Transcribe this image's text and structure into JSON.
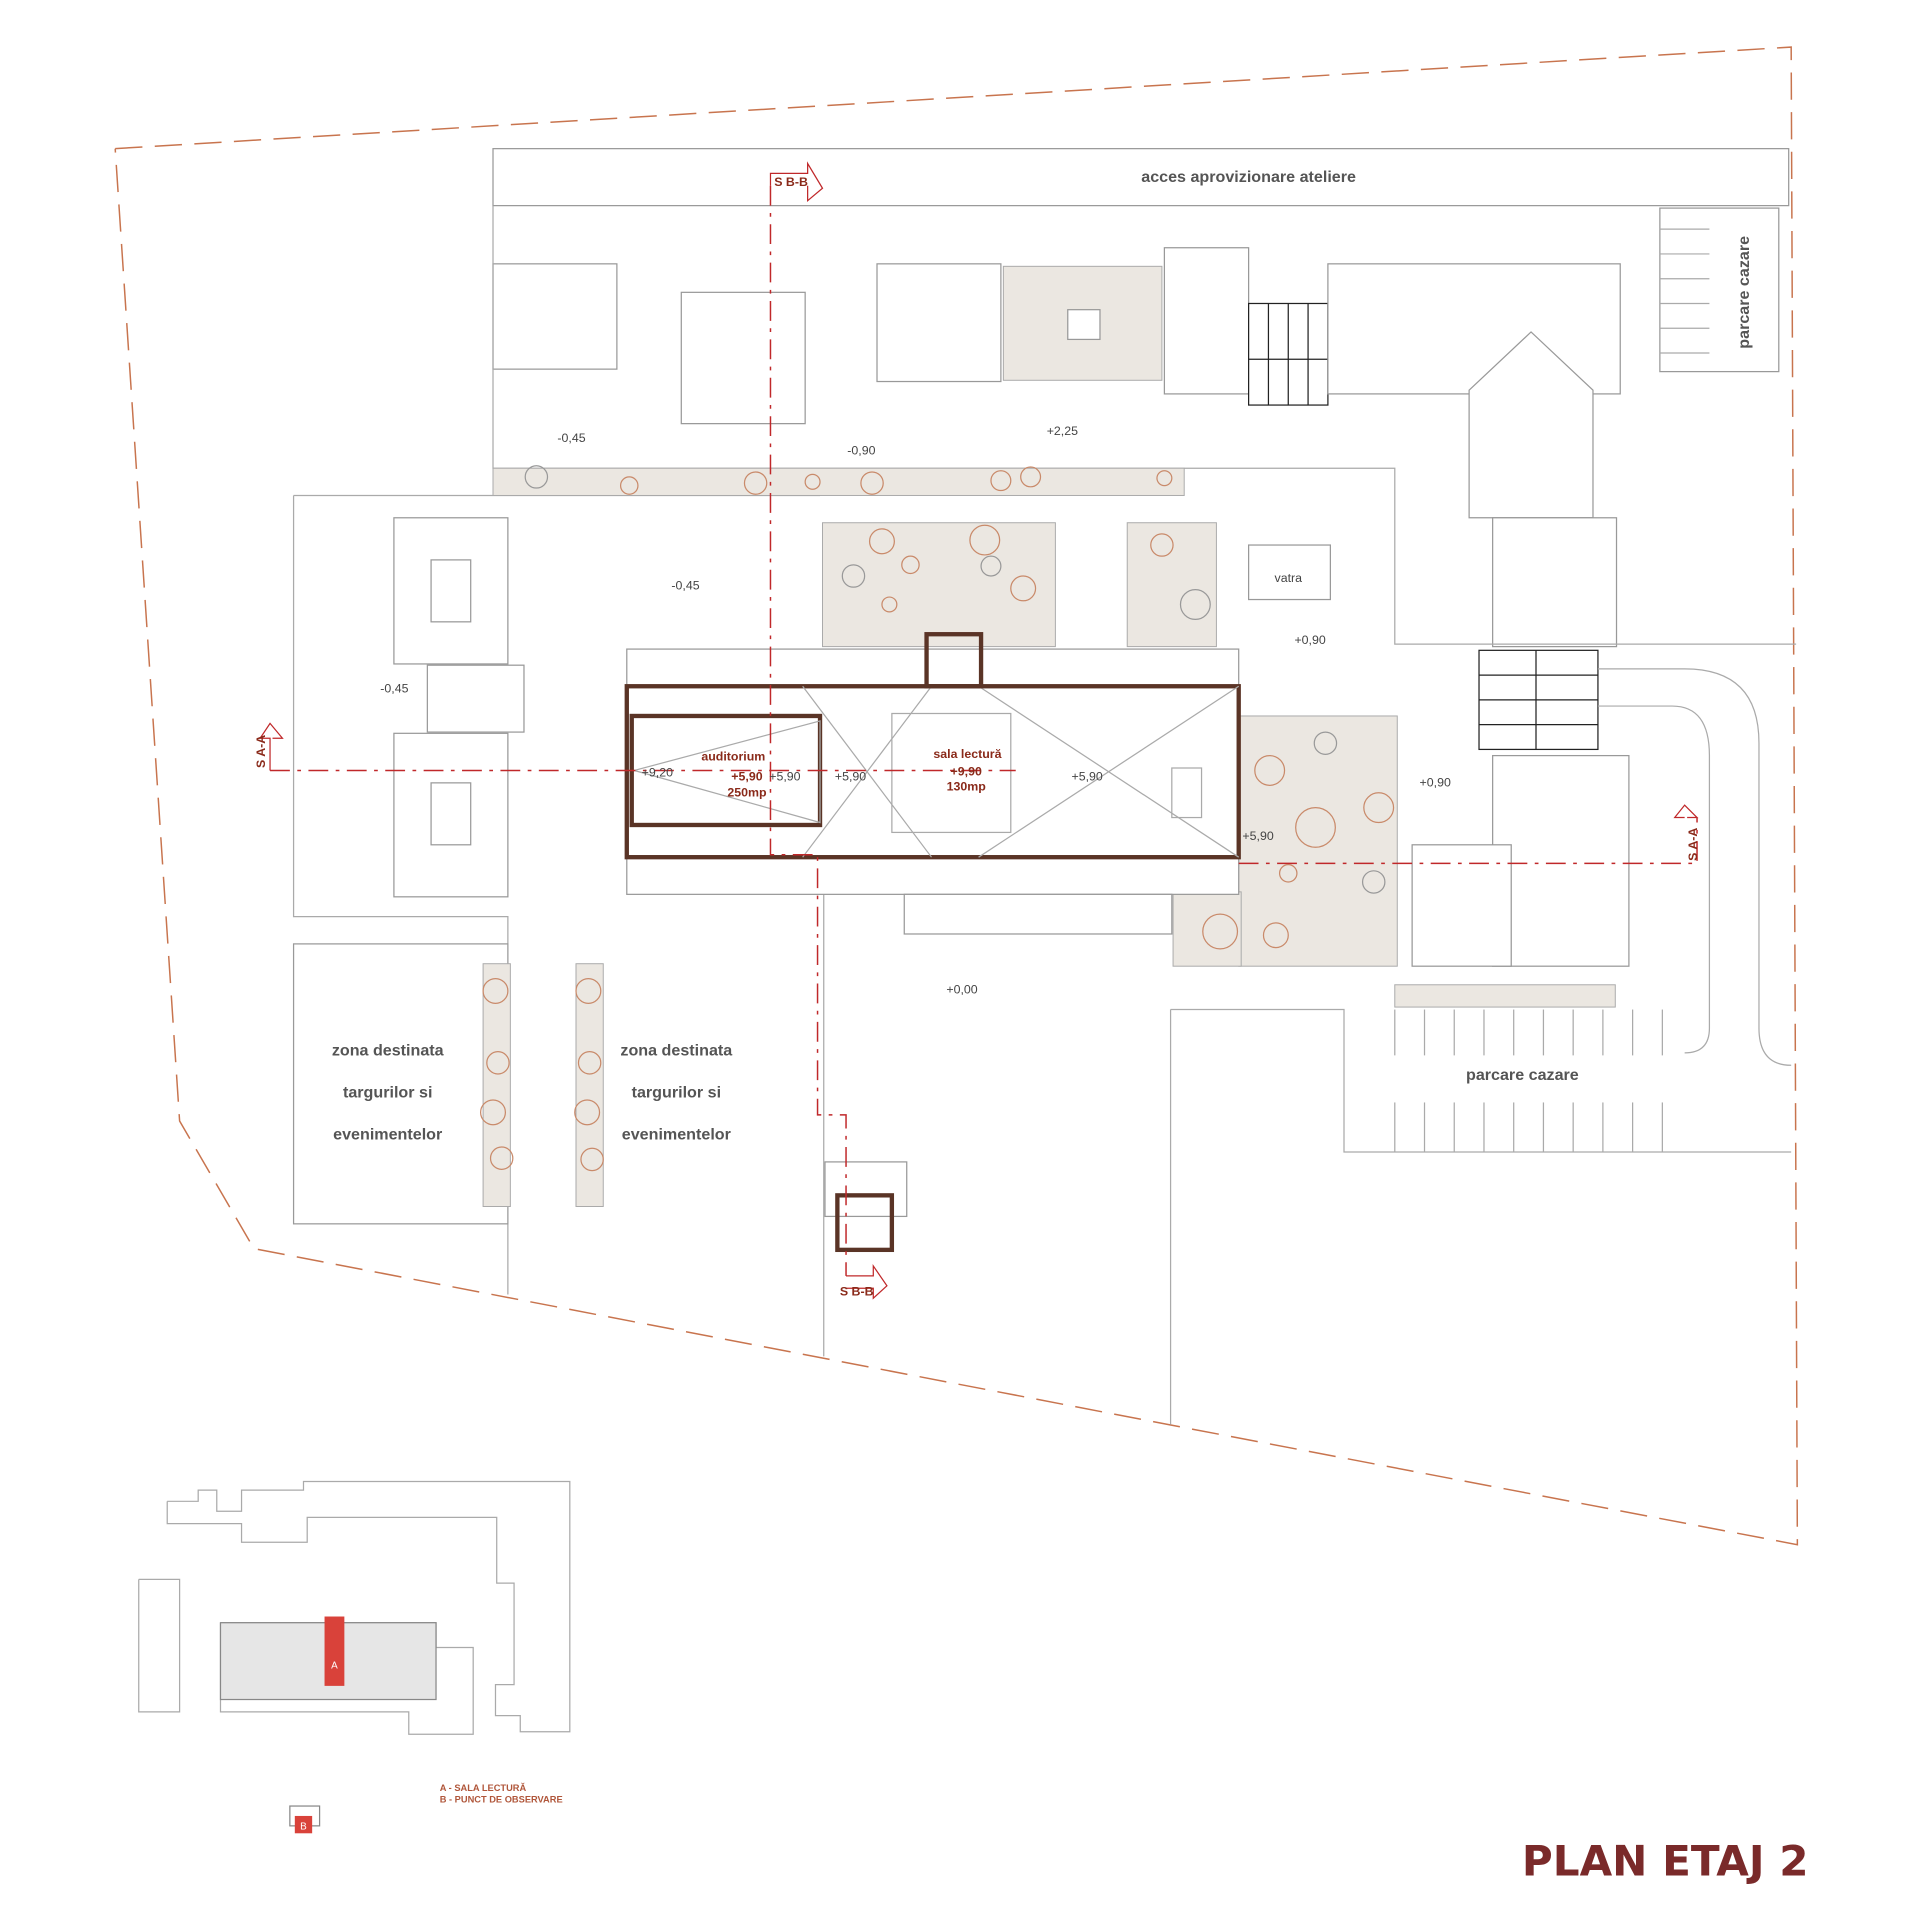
{
  "title": "PLAN ETAJ 2",
  "colors": {
    "boundary": "#c8744e",
    "walls": "#5a3426",
    "section": "#c0282a",
    "title": "#7a2a2a",
    "highlight": "#d9423a"
  },
  "zones": {
    "acces": "acces aprovizionare ateliere",
    "parcare_cazare_top": "parcare cazare",
    "parcare_cazare_bottom": "parcare cazare",
    "vatra": "vatra",
    "zona_left": [
      "zona destinata",
      "targurilor si",
      "evenimentelor"
    ],
    "zona_right": [
      "zona destinata",
      "targurilor si",
      "evenimentelor"
    ]
  },
  "rooms": {
    "auditorium": {
      "name": "auditorium",
      "level": "+5,90",
      "area": "250mp"
    },
    "sala_lectura": {
      "name": "sala lectură",
      "level": "+9,90",
      "area": "130mp"
    }
  },
  "levels": [
    "-0,45",
    "-0,90",
    "+2,25",
    "-0,45",
    "-0,45",
    "+0,90",
    "+9,20",
    "+5,90",
    "+5,90",
    "+5,90",
    "+5,90",
    "+0,90",
    "+0,00"
  ],
  "sections": {
    "bb_top": "S B-B",
    "bb_bottom": "S B-B",
    "aa_left": "S A-A",
    "aa_right": "S A-A"
  },
  "legend": {
    "a": "A - SALA LECTURĂ",
    "b": "B - PUNCT DE OBSERVARE",
    "marker_a": "A",
    "marker_b": "B"
  }
}
